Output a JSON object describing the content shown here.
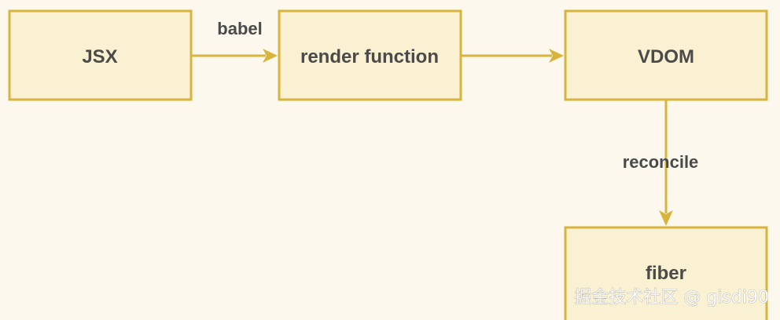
{
  "colors": {
    "background": "#fcf8ee",
    "node_fill": "#faf0d2",
    "accent": "#d8b43c",
    "text": "#4a4a4a"
  },
  "nodes": {
    "jsx": "JSX",
    "render_function": "render function",
    "vdom": "VDOM",
    "fiber": "fiber"
  },
  "edges": {
    "babel": "babel",
    "reconcile": "reconcile"
  },
  "watermark": {
    "text": "掘金技术社区 @ gisdi90"
  }
}
